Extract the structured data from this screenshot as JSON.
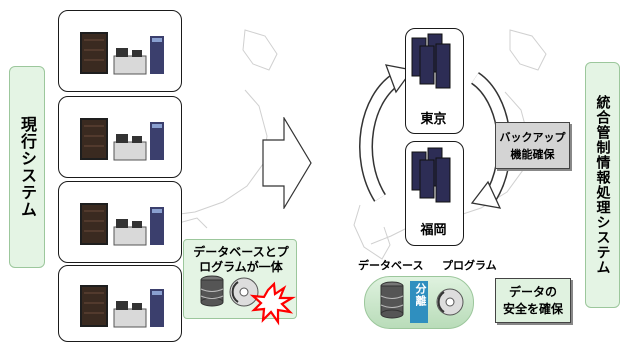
{
  "left_title": "現行システム",
  "right_title": "統合管制情報処理システム",
  "sites": {
    "tokyo": "東京",
    "fukuoka": "福岡"
  },
  "backup_label": "バックアップ\n機能確保",
  "current_problem": {
    "line1": "データベースとプ",
    "line2": "ログラムが一体"
  },
  "new_labels": {
    "database": "データベース",
    "program": "プログラム",
    "separate": "分離"
  },
  "safety_label": "データの\n安全を確保",
  "colors": {
    "green_fill": "#e4f4e4",
    "green_border": "#9cc79c",
    "explosion_red": "#ff0000",
    "backup_gray": "#d4d4d4"
  }
}
